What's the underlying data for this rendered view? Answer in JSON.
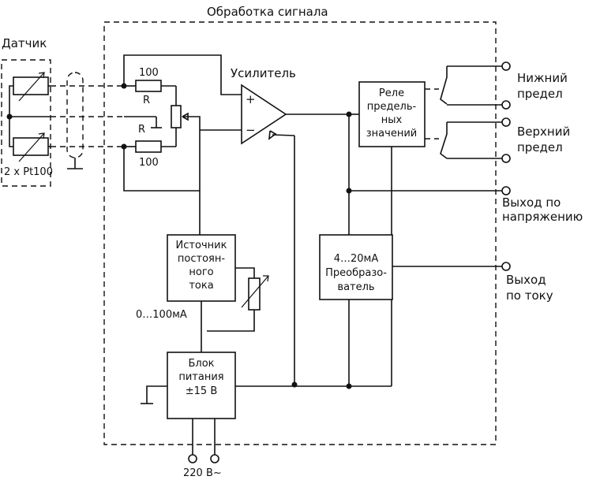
{
  "title": "Обработка сигнала",
  "sensor": {
    "label": "Датчик",
    "type": "2 x Pt100"
  },
  "bridge": {
    "r_top_value": "100",
    "r_top_label": "R",
    "r_mid_label": "R",
    "r_bot_value": "100"
  },
  "amplifier": {
    "label": "Усилитель",
    "plus": "+",
    "minus": "−"
  },
  "relay": {
    "lines": [
      "Реле",
      "предель-",
      "ных",
      "значений"
    ]
  },
  "current_source": {
    "lines": [
      "Источник",
      "постоян-",
      "ного",
      "тока"
    ],
    "range": "0…100мА"
  },
  "converter": {
    "lines": [
      "4…20мА",
      "Преобразо-",
      "ватель"
    ]
  },
  "power_supply": {
    "lines": [
      "Блок",
      "питания",
      "±15 В"
    ],
    "mains": "220 В~"
  },
  "outputs": {
    "lower_limit": [
      "Нижний",
      "предел"
    ],
    "upper_limit": [
      "Верхний",
      "предел"
    ],
    "voltage": [
      "Выход по",
      "напряжению"
    ],
    "current": [
      "Выход",
      "по току"
    ]
  },
  "colors": {
    "ink": "#111111",
    "background": "#ffffff"
  }
}
